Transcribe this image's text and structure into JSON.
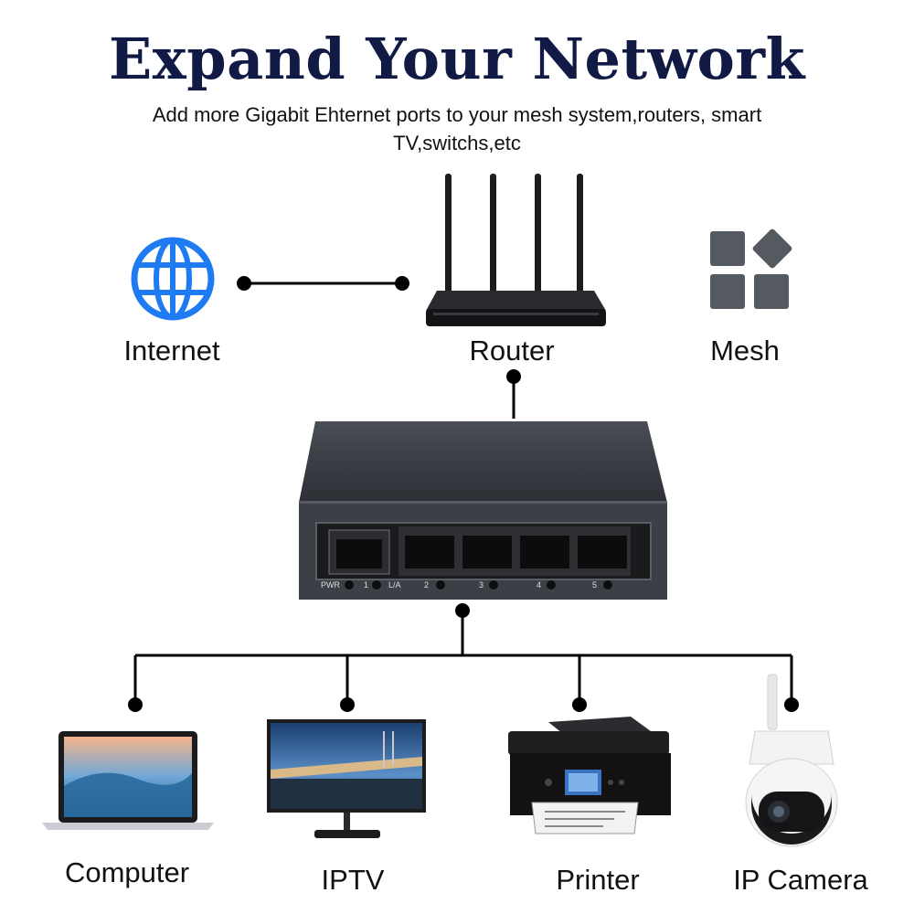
{
  "header": {
    "title": "Expand Your Network",
    "subtitle": "Add more Gigabit Ehternet ports to your mesh system,routers, smart TV,switchs,etc"
  },
  "nodes": {
    "internet": "Internet",
    "router": "Router",
    "mesh": "Mesh",
    "computer": "Computer",
    "iptv": "IPTV",
    "printer": "Printer",
    "ip_camera": "IP Camera"
  },
  "switch_labels": {
    "pwr": "PWR",
    "port1": "1",
    "la": "L/A",
    "port2": "2",
    "port3": "3",
    "port4": "4",
    "port5": "5"
  },
  "colors": {
    "title": "#111a44",
    "globe": "#1e7bf2",
    "mesh_icon": "#555a60",
    "switch_body": "#3b3f45",
    "lines": "#000000"
  },
  "icons": [
    "globe-icon",
    "router-icon",
    "mesh-icon",
    "switch-icon",
    "laptop-icon",
    "monitor-icon",
    "printer-icon",
    "camera-icon"
  ]
}
